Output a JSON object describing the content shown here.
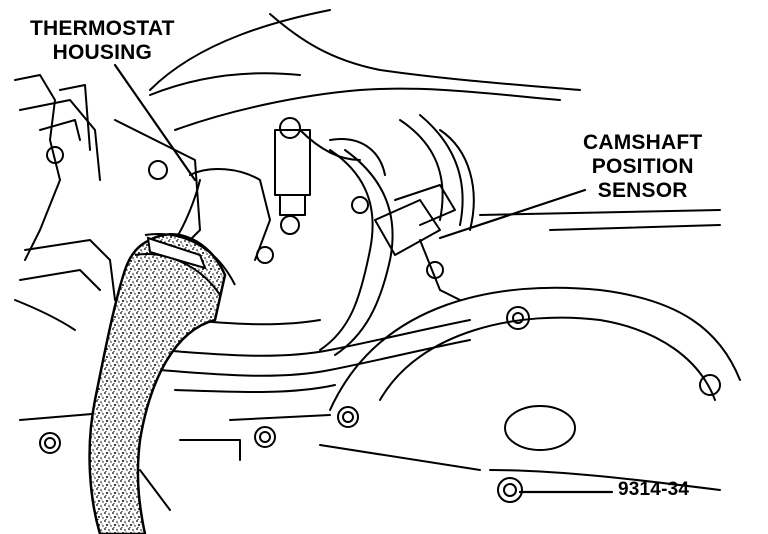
{
  "labels": {
    "thermostat_housing": [
      "THERMOSTAT",
      "HOUSING"
    ],
    "camshaft_position_sensor": [
      "CAMSHAFT",
      "POSITION",
      "SENSOR"
    ],
    "figure_number": "9314-34"
  },
  "colors": {
    "line": "#000000",
    "background": "#ffffff",
    "hose_texture": "#000000"
  }
}
